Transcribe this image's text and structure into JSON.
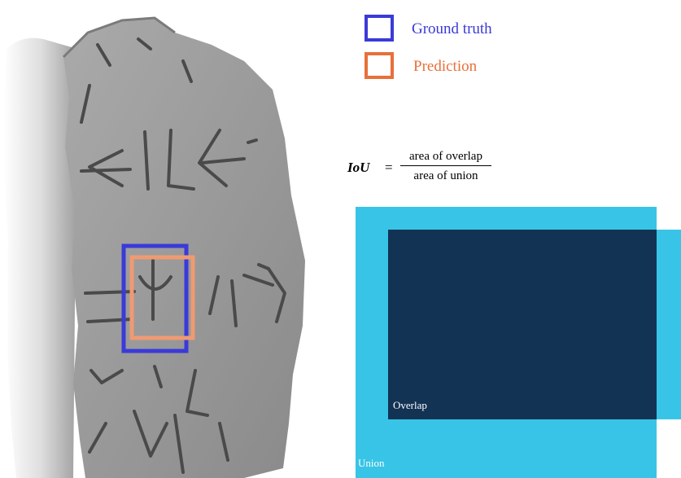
{
  "legend": {
    "ground_truth": {
      "label": "Ground truth",
      "color": "#3a3ad9"
    },
    "prediction": {
      "label": "Prediction",
      "color": "#e8703a"
    }
  },
  "formula": {
    "lhs": "IoU",
    "equals": "=",
    "numerator": "area of overlap",
    "denominator": "area of union"
  },
  "iou_diagram": {
    "union_label": "Union",
    "overlap_label": "Overlap",
    "union_color": "#38c4e6",
    "overlap_color": "#133354"
  },
  "photo": {
    "ground_truth_box_color": "#3a3ad9",
    "prediction_box_color": "#f09a72"
  }
}
